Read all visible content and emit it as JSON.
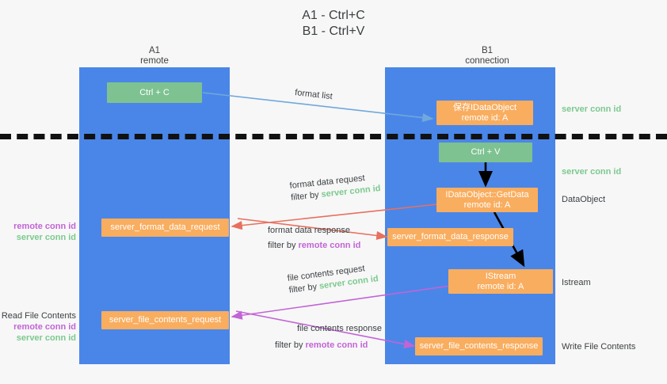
{
  "title": {
    "line1": "A1 - Ctrl+C",
    "line2": "B1 - Ctrl+V"
  },
  "columns": [
    {
      "name": "A1",
      "sub": "remote"
    },
    {
      "name": "B1",
      "sub": "connection"
    }
  ],
  "nodes": {
    "ctrl_c": {
      "label": "Ctrl + C",
      "color": "#7ec292"
    },
    "ctrl_v": {
      "label": "Ctrl + V",
      "color": "#7ec292"
    },
    "save_dataobject": {
      "line1": "保存IDataObject",
      "line2": "remote id: A",
      "color": "#f9ad5f"
    },
    "getdata": {
      "line1": "IDataObject::GetData",
      "line2": "remote id: A",
      "color": "#f9ad5f"
    },
    "istream": {
      "line1": "IStream",
      "line2": "remote id: A",
      "color": "#f9ad5f"
    },
    "server_format_data_request": {
      "label": "server_format_data_request",
      "color": "#f9ad5f"
    },
    "server_format_data_response": {
      "label": "server_format_data_response",
      "color": "#f9ad5f"
    },
    "server_file_contents_request": {
      "label": "server_file_contents_request",
      "color": "#f9ad5f"
    },
    "server_file_contents_response": {
      "label": "server_file_contents_response",
      "color": "#f9ad5f"
    }
  },
  "edges": {
    "format_list": {
      "label": "format list"
    },
    "format_data_request": {
      "label": "format data request",
      "filter_prefix": "filter by ",
      "filter_value": "server conn id"
    },
    "format_data_response": {
      "label": "format data response",
      "filter_prefix": "filter by ",
      "filter_value": "remote conn id"
    },
    "file_contents_request": {
      "label": "file contents request",
      "filter_prefix": "filter by ",
      "filter_value": "server conn id"
    },
    "file_contents_response": {
      "label": "file contents response",
      "filter_prefix": "filter by ",
      "filter_value": "remote conn id"
    }
  },
  "right_labels": {
    "server_conn_id_top": "server conn id",
    "server_conn_id_mid": "server conn id",
    "dataobject": "DataObject",
    "istream": "Istream",
    "write_file_contents": "Write File Contents"
  },
  "left_labels": {
    "remote_conn_id_1": "remote conn id",
    "server_conn_id_1": "server conn id",
    "read_file_contents": "Read File Contents",
    "remote_conn_id_2": "remote conn id",
    "server_conn_id_2": "server conn id"
  },
  "colors": {
    "lane": "#4a86e8",
    "green_node": "#7ec292",
    "orange_node": "#f9ad5f",
    "remote_conn": "#c264d6",
    "server_conn": "#7cc98f",
    "arrow_blue": "#6fa8dc",
    "arrow_red": "#e8705f",
    "arrow_magenta": "#c264d6",
    "arrow_black": "#000000",
    "background": "#f7f7f7"
  }
}
